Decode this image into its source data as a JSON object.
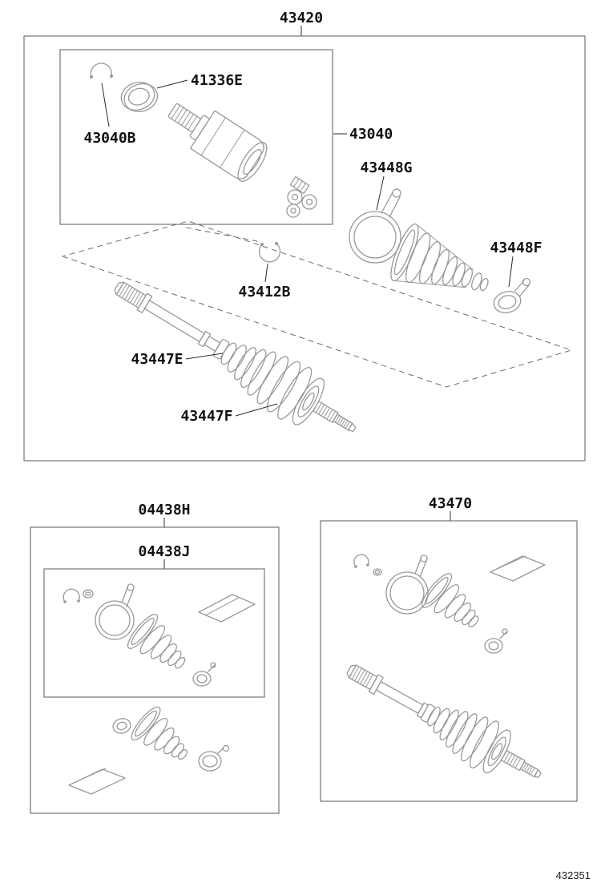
{
  "colors": {
    "background": "#ffffff",
    "part_line_gray": "#97999b",
    "label_text": "#111111",
    "box_border": "#5a5a5a"
  },
  "parts": {
    "assembly": {
      "label": "43420"
    },
    "inner_joint_kit": {
      "label": "43040"
    },
    "seal_ring": {
      "label": "41336E"
    },
    "inner_snap_ring": {
      "label": "43040B"
    },
    "inboard_clamp_large": {
      "label": "43448G"
    },
    "inboard_clamp_small": {
      "label": "43448F"
    },
    "shaft_snap_ring": {
      "label": "43412B"
    },
    "outboard_clamp_small": {
      "label": "43447E"
    },
    "outboard_boot": {
      "label": "43447F"
    },
    "boot_kit": {
      "label": "04438H"
    },
    "boot_kit_inner": {
      "label": "04438J"
    },
    "shaft_assembly": {
      "label": "43470"
    }
  },
  "footer": {
    "diagram_code": "432351"
  }
}
